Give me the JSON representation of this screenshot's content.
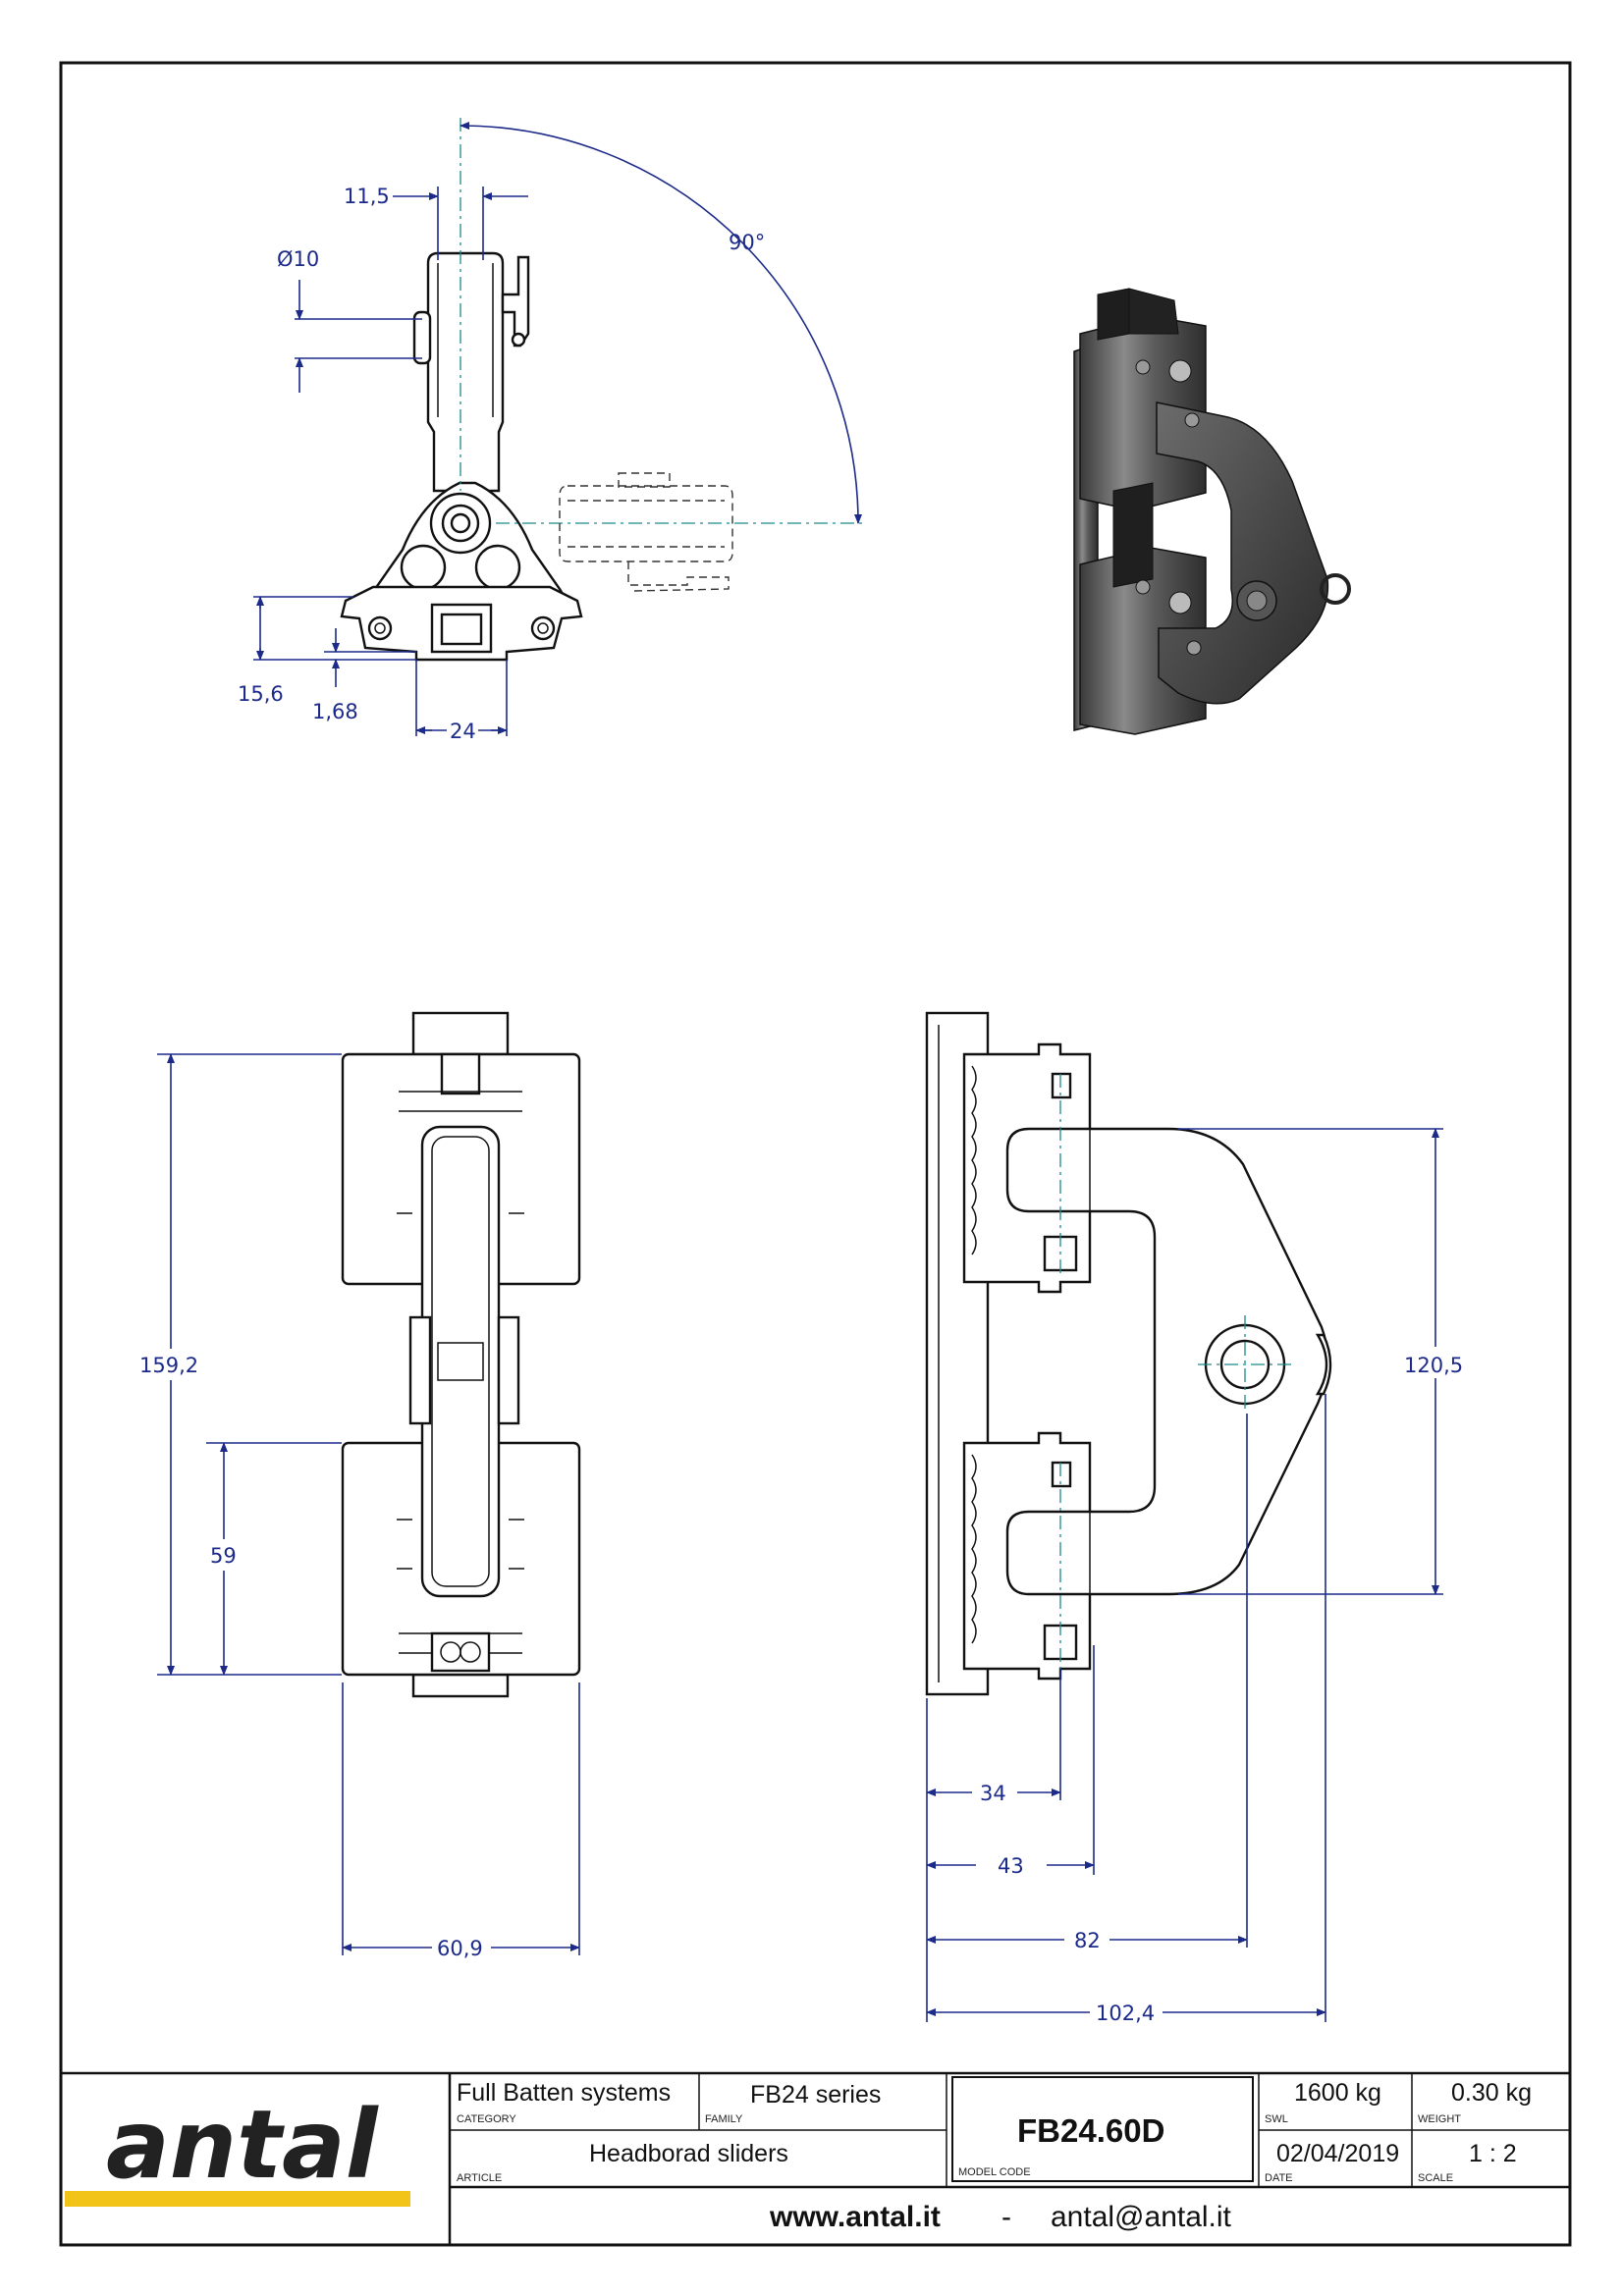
{
  "dimensions": {
    "top_view": {
      "width_slot": "11,5",
      "pin_diameter": "Ø10",
      "rotation_angle": "90°",
      "height_base": "15,6",
      "offset": "1,68",
      "base_width": "24"
    },
    "front_view": {
      "total_height": "159,2",
      "lower_height": "59",
      "width": "60,9"
    },
    "side_view": {
      "arm_height": "120,5",
      "offset_34": "34",
      "offset_43": "43",
      "offset_82": "82",
      "total_depth": "102,4"
    }
  },
  "title_block": {
    "logo": "antal",
    "category_value": "Full Batten systems",
    "category_label": "CATEGORY",
    "family_value": "FB24 series",
    "family_label": "FAMILY",
    "article_value": "Headborad sliders",
    "article_label": "ARTICLE",
    "model_code_value": "FB24.60D",
    "model_code_label": "MODEL CODE",
    "swl_value": "1600 kg",
    "swl_label": "SWL",
    "weight_value": "0.30 kg",
    "weight_label": "WEIGHT",
    "date_value": "02/04/2019",
    "date_label": "DATE",
    "scale_value": "1 : 2",
    "scale_label": "SCALE",
    "website": "www.antal.it",
    "separator": "-",
    "email": "antal@antal.it"
  },
  "colors": {
    "dimension": "#1c2a8a",
    "logo_stripe": "#f2c318",
    "frame": "#111111"
  }
}
